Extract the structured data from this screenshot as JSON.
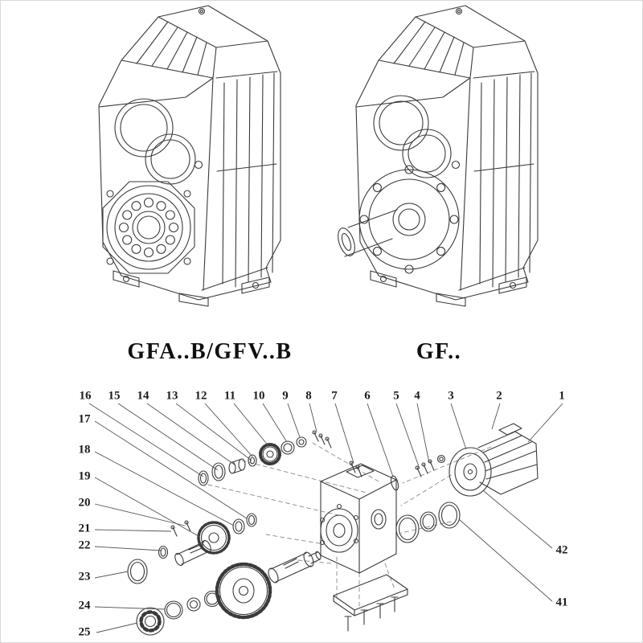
{
  "titles": {
    "left": "GFA..B/GFV..B",
    "right": "GF.."
  },
  "callouts": {
    "top_row": [
      "16",
      "15",
      "14",
      "13",
      "12",
      "11",
      "10",
      "9",
      "8",
      "7",
      "6",
      "5",
      "4",
      "3",
      "2",
      "1"
    ],
    "left_col": [
      "17",
      "18",
      "19",
      "20",
      "21",
      "22",
      "23",
      "24",
      "25"
    ],
    "right_col": [
      "42",
      "41"
    ]
  },
  "figures": {
    "left_unit": "shaft-mounted gear reducer isometric view",
    "right_unit": "flange gear reducer with output shaft isometric view",
    "bottom": "exploded parts view with numbered callouts"
  },
  "colors": {
    "line": "#3a3a3a",
    "leader": "#555555",
    "dashed": "#8a8a8a",
    "background": "#ffffff"
  }
}
